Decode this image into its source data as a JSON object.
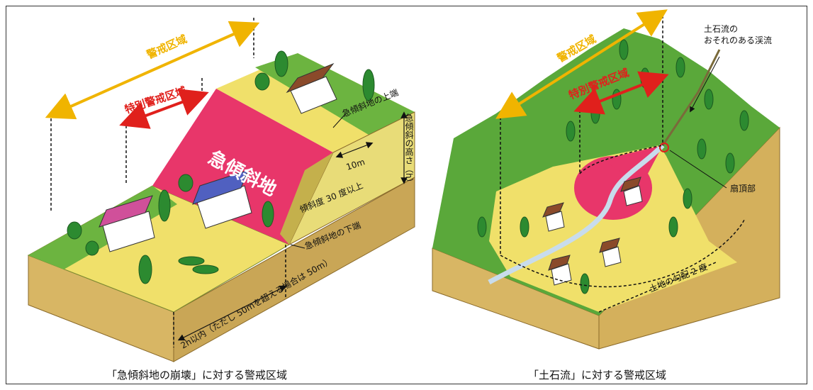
{
  "left_diagram": {
    "zone_label": "警戒区域",
    "special_zone_label": "特別警戒区域",
    "slope_label": "急傾斜地",
    "top_edge_label": "急傾斜地の上端",
    "bottom_edge_label": "急傾斜地の下端",
    "height_label": "急傾斜の高さ（h）",
    "angle_label": "傾斜度 30 度以上",
    "distance_10m": "10m",
    "distance_2h": "2h以内（ただし 50mを超える場合は 50m）",
    "caption": "「急傾斜地の崩壊」に対する警戒区域"
  },
  "right_diagram": {
    "zone_label": "警戒区域",
    "special_zone_label": "特別警戒区域",
    "stream_label_line1": "土石流の",
    "stream_label_line2": "おそれのある渓流",
    "fan_apex_label": "扇頂部",
    "gradient_label": "土地の勾配 2 度",
    "caption": "「土石流」に対する警戒区域"
  },
  "colors": {
    "warning_arrow": "#f0b400",
    "special_arrow": "#e0201c",
    "red_zone": "#e8366a",
    "yellow_zone": "#f5e870",
    "green_land": "#58a83c",
    "soil": "#dcbc6c"
  }
}
